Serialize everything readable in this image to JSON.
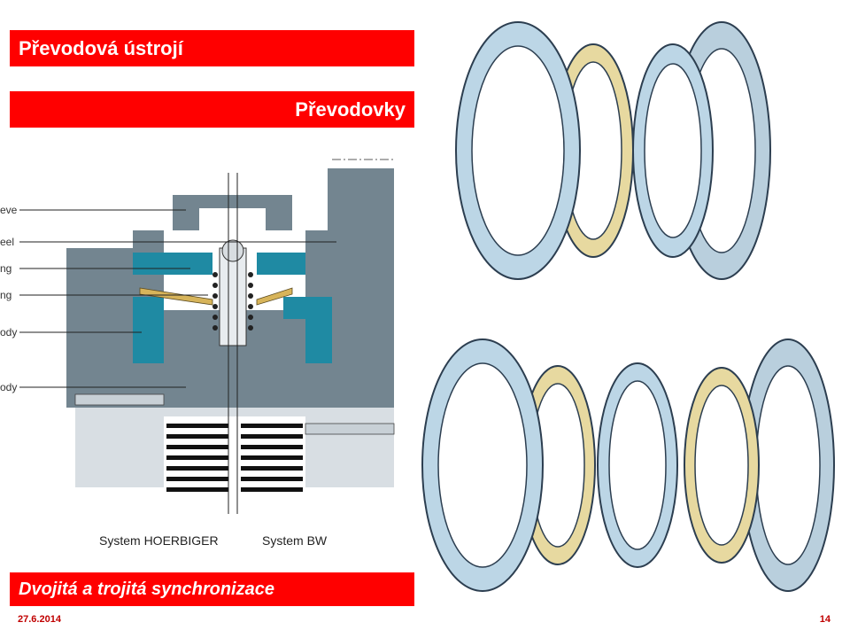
{
  "header": {
    "title": "Převodová ústrojí",
    "subtitle": "Převodovky"
  },
  "diagram": {
    "labels": [
      "eve",
      "eel",
      "ng",
      "ng",
      "ody",
      "ody"
    ],
    "systems": [
      "System HOERBIGER",
      "System BW"
    ]
  },
  "caption": "Dvojitá a trojitá synchronizace",
  "footer": {
    "date": "27.6.2014",
    "page": "14"
  },
  "colors": {
    "accent": "#ff0000",
    "body_gray": "#738590",
    "teal": "#1f8aa3",
    "ring_blue": "#bcd6e6",
    "brass": "#e7d9a0"
  }
}
